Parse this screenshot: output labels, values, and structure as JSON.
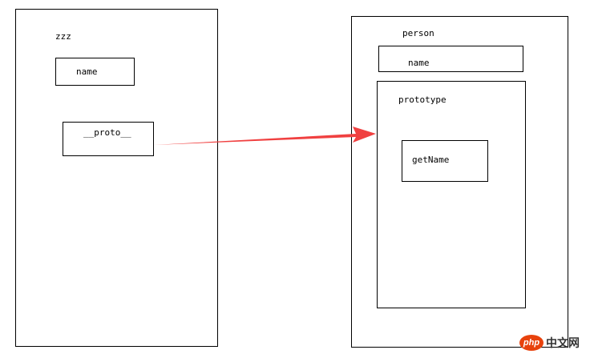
{
  "diagram": {
    "left_object": {
      "title": "zzz",
      "fields": {
        "name": "name",
        "proto": "__proto__"
      }
    },
    "right_object": {
      "title": "person",
      "fields": {
        "name": "name"
      },
      "prototype": {
        "label": "prototype",
        "methods": {
          "get_name": "getName"
        }
      }
    },
    "arrow": {
      "color": "#f04040",
      "from": "__proto__",
      "to": "prototype"
    }
  },
  "watermark": {
    "logo_text": "php",
    "site_text": "中文网",
    "logo_color": "#e8420d"
  }
}
